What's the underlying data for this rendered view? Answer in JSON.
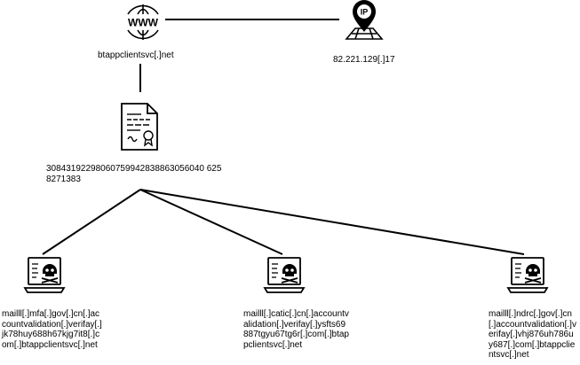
{
  "nodes": {
    "domain": {
      "icon": "www-globe-icon",
      "label": "btappclientsvc[.]net"
    },
    "ip": {
      "icon": "ip-location-pin-icon",
      "label": "82.221.129[.]17"
    },
    "certificate": {
      "icon": "certificate-document-icon",
      "label": "30843192298060759942838863056040 6258271383"
    },
    "phish_1": {
      "icon": "malicious-laptop-skull-icon",
      "label": "mailll[.]mfa[.]gov[.]cn[.]accountvalidation[.]verifay[.]jk78huy688h67kjg7it8[.]com[.]btappclientsvc[.]net"
    },
    "phish_2": {
      "icon": "malicious-laptop-skull-icon",
      "label": "mailll[.]catic[.]cn[.]accountvalidation[.]verifay[.]ysfts69887tgyu67tg6r[.]com[.]btappclientsvc[.]net"
    },
    "phish_3": {
      "icon": "malicious-laptop-skull-icon",
      "label": "mailll[.]ndrc[.]gov[.]cn[.]accountvalidation[.]verifay[.]vhj876uh786uy687[.]com[.]btappclientsvc[.]net"
    }
  },
  "colors": {
    "stroke": "#000000",
    "background": "#ffffff"
  }
}
